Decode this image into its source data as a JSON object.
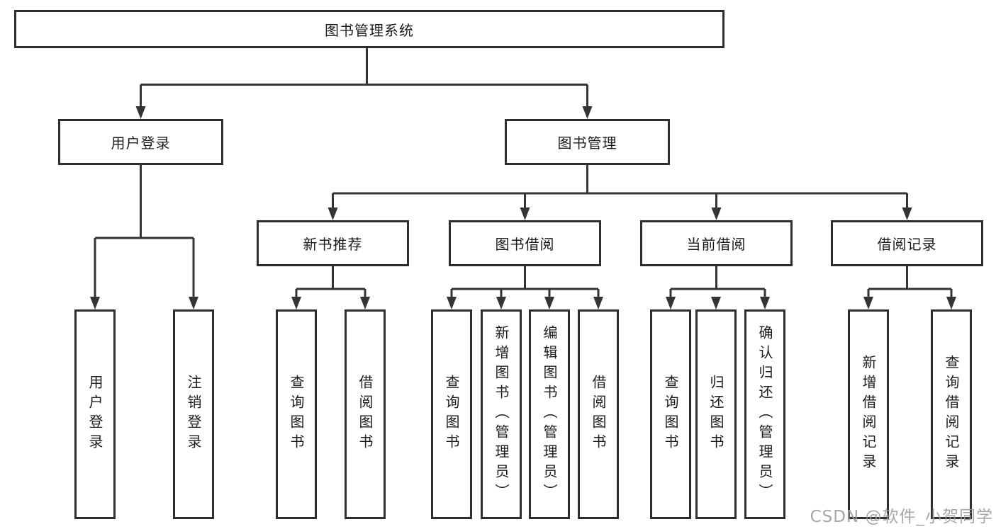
{
  "diagram": {
    "root": {
      "label": "图书管理系统"
    },
    "branches": {
      "user_login": {
        "label": "用户登录",
        "children": [
          "用户登录",
          "注销登录"
        ]
      },
      "book_mgmt": {
        "label": "图书管理"
      },
      "new_book": {
        "label": "新书推荐",
        "children": [
          "查询图书",
          "借阅图书"
        ]
      },
      "book_borrow": {
        "label": "图书借阅",
        "children": [
          "查询图书",
          "新增图书（管理员）",
          "编辑图书（管理员）",
          "借阅图书"
        ]
      },
      "current_borrow": {
        "label": "当前借阅",
        "children": [
          "查询图书",
          "归还图书",
          "确认归还（管理员）"
        ]
      },
      "borrow_records": {
        "label": "借阅记录",
        "children": [
          "新增借阅记录",
          "查询借阅记录"
        ]
      }
    }
  },
  "watermark": {
    "text": "CSDN @软件_小贺同学"
  },
  "colors": {
    "line": "#343434",
    "box_border": "#2e2e2e",
    "text": "#1c1c1c",
    "background": "#ffffff",
    "watermark": "#9e9e9e"
  }
}
